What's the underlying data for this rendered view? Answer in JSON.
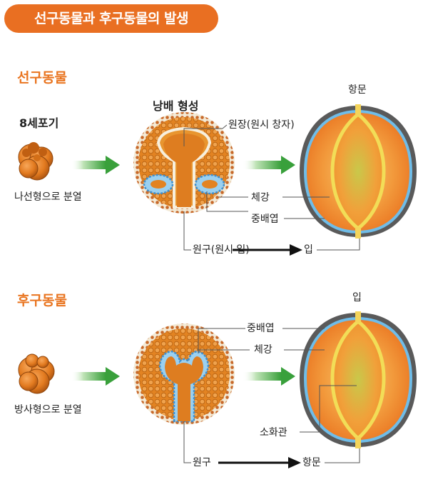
{
  "title": "선구동물과 후구동물의 발생",
  "protostome": {
    "heading": "선구동물",
    "stage_label": "8세포기",
    "cleavage": "나선형으로 분열",
    "gastrula_label": "낭배 형성",
    "archenteron": "원장(원시 창자)",
    "coelom": "체강",
    "mesoderm": "중배엽",
    "blastopore": "원구(원시 입)",
    "blastopore_becomes": "입",
    "anus": "항문"
  },
  "deuterostome": {
    "heading": "후구동물",
    "cleavage": "방사형으로 분열",
    "mesoderm": "중배엽",
    "coelom": "체강",
    "gut": "소화관",
    "blastopore": "원구",
    "blastopore_becomes": "항문",
    "mouth": "입"
  },
  "colors": {
    "accent": "#e96f22",
    "arrow_green": "#3aa63c",
    "embryo_orange": "#e07a1c",
    "coelom_blue": "#7cc6ef"
  }
}
